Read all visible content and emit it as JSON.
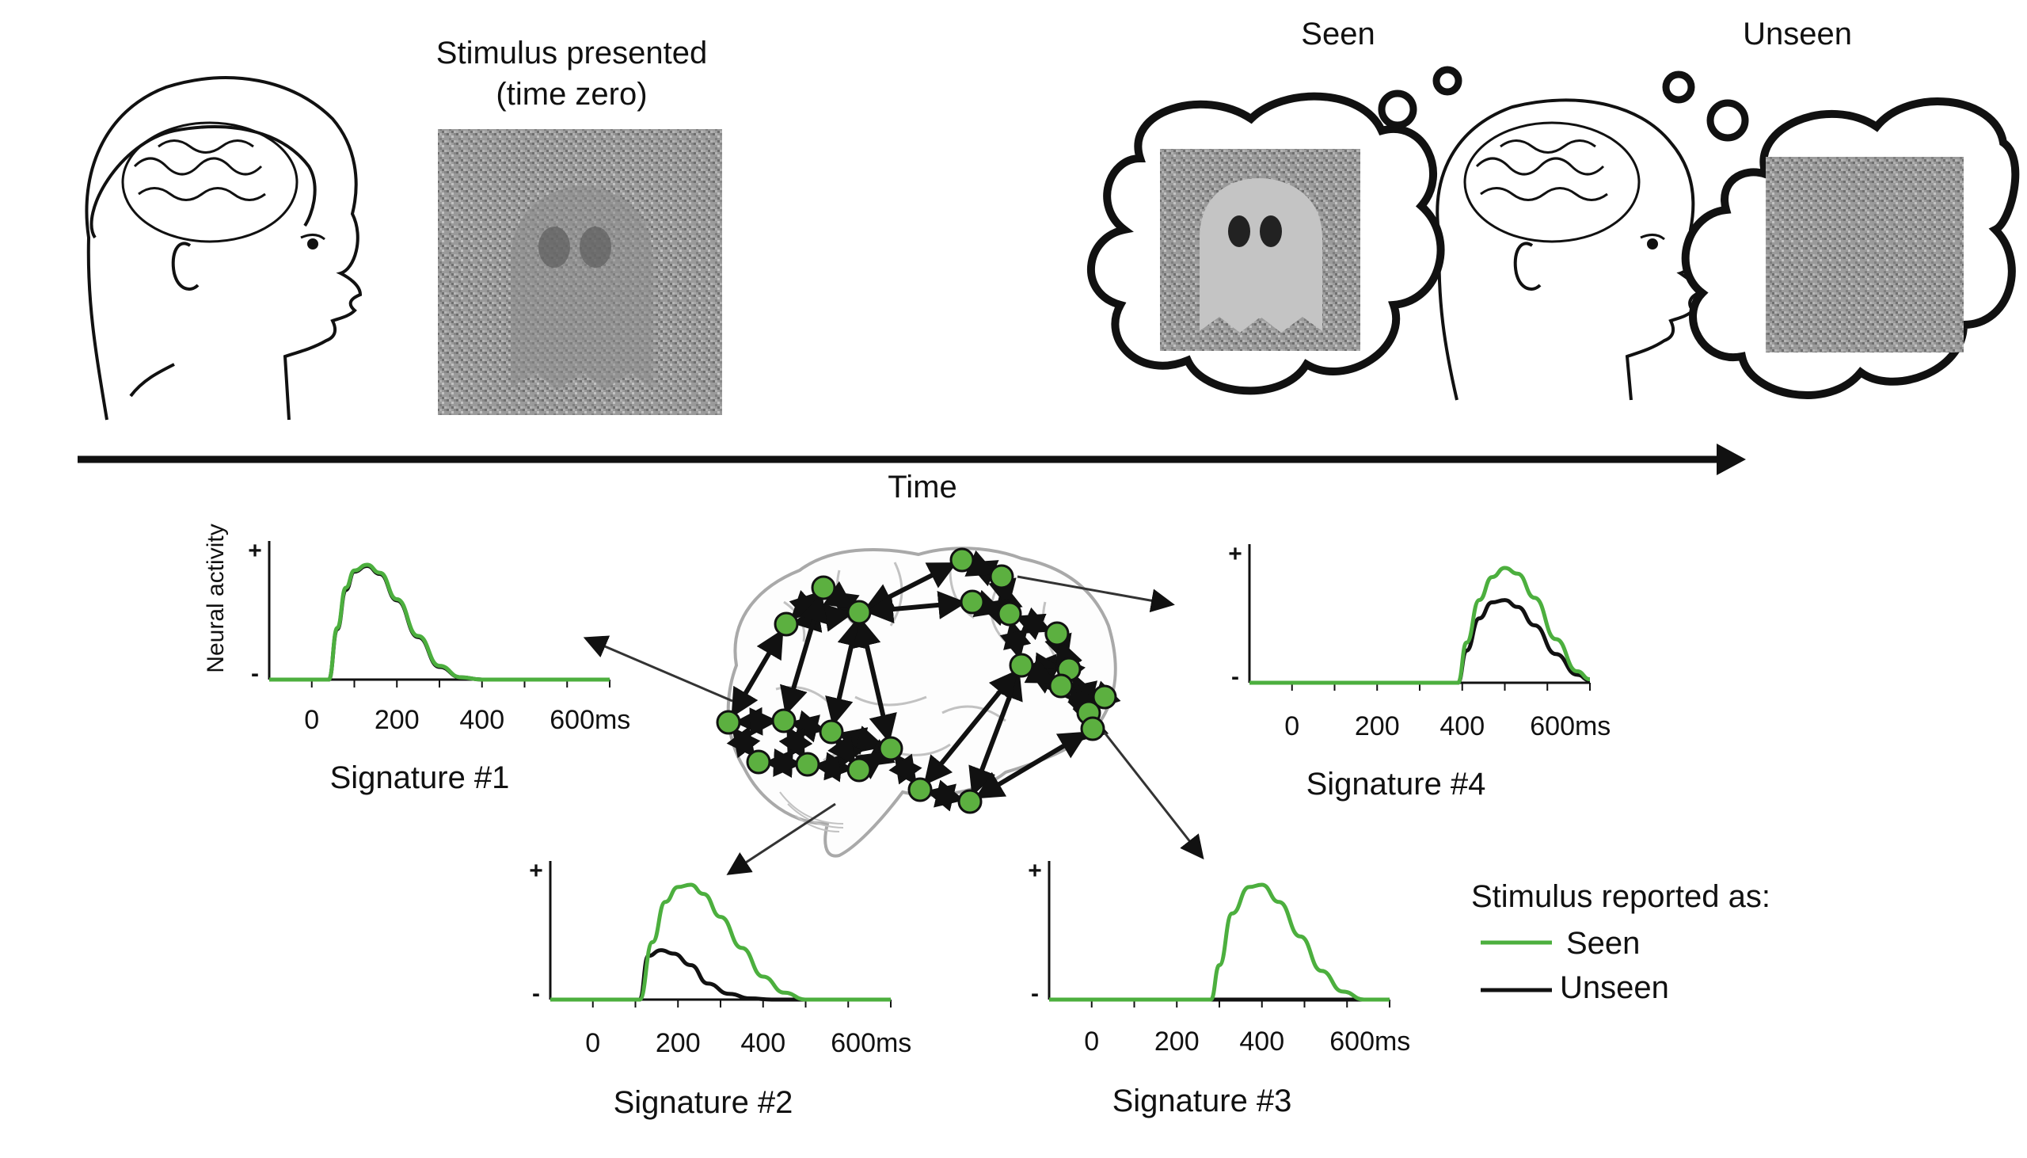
{
  "top": {
    "stimulus_title_line1": "Stimulus presented",
    "stimulus_title_line2": "(time zero)",
    "seen_label": "Seen",
    "unseen_label": "Unseen"
  },
  "timeline": {
    "label": "Time"
  },
  "legend": {
    "title": "Stimulus reported as:",
    "seen": "Seen",
    "unseen": "Unseen"
  },
  "colors": {
    "seen": "#4caf3e",
    "unseen": "#111111",
    "node": "#5cb040",
    "brain_outline": "#a9a9a9"
  },
  "chart_data": [
    {
      "type": "line",
      "title": "Signature #1",
      "ylabel": "Neural activity",
      "y_ticks": [
        "+",
        "-"
      ],
      "x_ticks": [
        "0",
        "200",
        "400",
        "600ms"
      ],
      "xlim": [
        -100,
        700
      ],
      "series": [
        {
          "name": "Seen",
          "x": [
            -100,
            40,
            60,
            80,
            100,
            130,
            160,
            200,
            250,
            300,
            350,
            400,
            500,
            700
          ],
          "values": [
            0,
            0,
            0.45,
            0.8,
            0.95,
            1.0,
            0.93,
            0.7,
            0.38,
            0.12,
            0.02,
            0,
            0,
            0
          ]
        },
        {
          "name": "Unseen",
          "x": [
            -100,
            40,
            60,
            80,
            100,
            130,
            160,
            200,
            250,
            300,
            350,
            400,
            500,
            700
          ],
          "values": [
            0,
            0,
            0.44,
            0.78,
            0.94,
            0.99,
            0.92,
            0.69,
            0.37,
            0.11,
            0.02,
            0,
            0,
            0
          ]
        }
      ]
    },
    {
      "type": "line",
      "title": "Signature #2",
      "y_ticks": [
        "+",
        "-"
      ],
      "x_ticks": [
        "0",
        "200",
        "400",
        "600ms"
      ],
      "xlim": [
        -100,
        700
      ],
      "series": [
        {
          "name": "Seen",
          "x": [
            -100,
            110,
            140,
            170,
            200,
            230,
            260,
            300,
            350,
            400,
            450,
            500,
            700
          ],
          "values": [
            0,
            0,
            0.5,
            0.85,
            0.98,
            1.0,
            0.92,
            0.72,
            0.45,
            0.2,
            0.06,
            0,
            0
          ]
        },
        {
          "name": "Unseen",
          "x": [
            -100,
            110,
            130,
            160,
            190,
            230,
            270,
            320,
            370,
            420,
            700
          ],
          "values": [
            0,
            0,
            0.38,
            0.43,
            0.4,
            0.3,
            0.14,
            0.05,
            0.01,
            0,
            0
          ]
        }
      ]
    },
    {
      "type": "line",
      "title": "Signature #3",
      "y_ticks": [
        "+",
        "-"
      ],
      "x_ticks": [
        "0",
        "200",
        "400",
        "600ms"
      ],
      "xlim": [
        -100,
        700
      ],
      "series": [
        {
          "name": "Seen",
          "x": [
            -100,
            280,
            300,
            330,
            370,
            400,
            440,
            490,
            540,
            590,
            640,
            700
          ],
          "values": [
            0,
            0,
            0.3,
            0.75,
            0.98,
            1.0,
            0.85,
            0.55,
            0.25,
            0.07,
            0,
            0
          ]
        },
        {
          "name": "Unseen",
          "x": [
            -100,
            700
          ],
          "values": [
            0,
            0
          ]
        }
      ]
    },
    {
      "type": "line",
      "title": "Signature #4",
      "y_ticks": [
        "+",
        "-"
      ],
      "x_ticks": [
        "0",
        "200",
        "400",
        "600ms"
      ],
      "xlim": [
        -100,
        700
      ],
      "series": [
        {
          "name": "Seen",
          "x": [
            -100,
            390,
            410,
            440,
            470,
            500,
            530,
            570,
            620,
            670,
            700
          ],
          "values": [
            0,
            0,
            0.35,
            0.72,
            0.92,
            1.0,
            0.95,
            0.74,
            0.38,
            0.1,
            0.03
          ]
        },
        {
          "name": "Unseen",
          "x": [
            -100,
            390,
            410,
            440,
            470,
            500,
            530,
            570,
            620,
            670,
            700
          ],
          "values": [
            0,
            0,
            0.28,
            0.56,
            0.7,
            0.72,
            0.66,
            0.5,
            0.25,
            0.07,
            0.02
          ]
        }
      ]
    }
  ]
}
